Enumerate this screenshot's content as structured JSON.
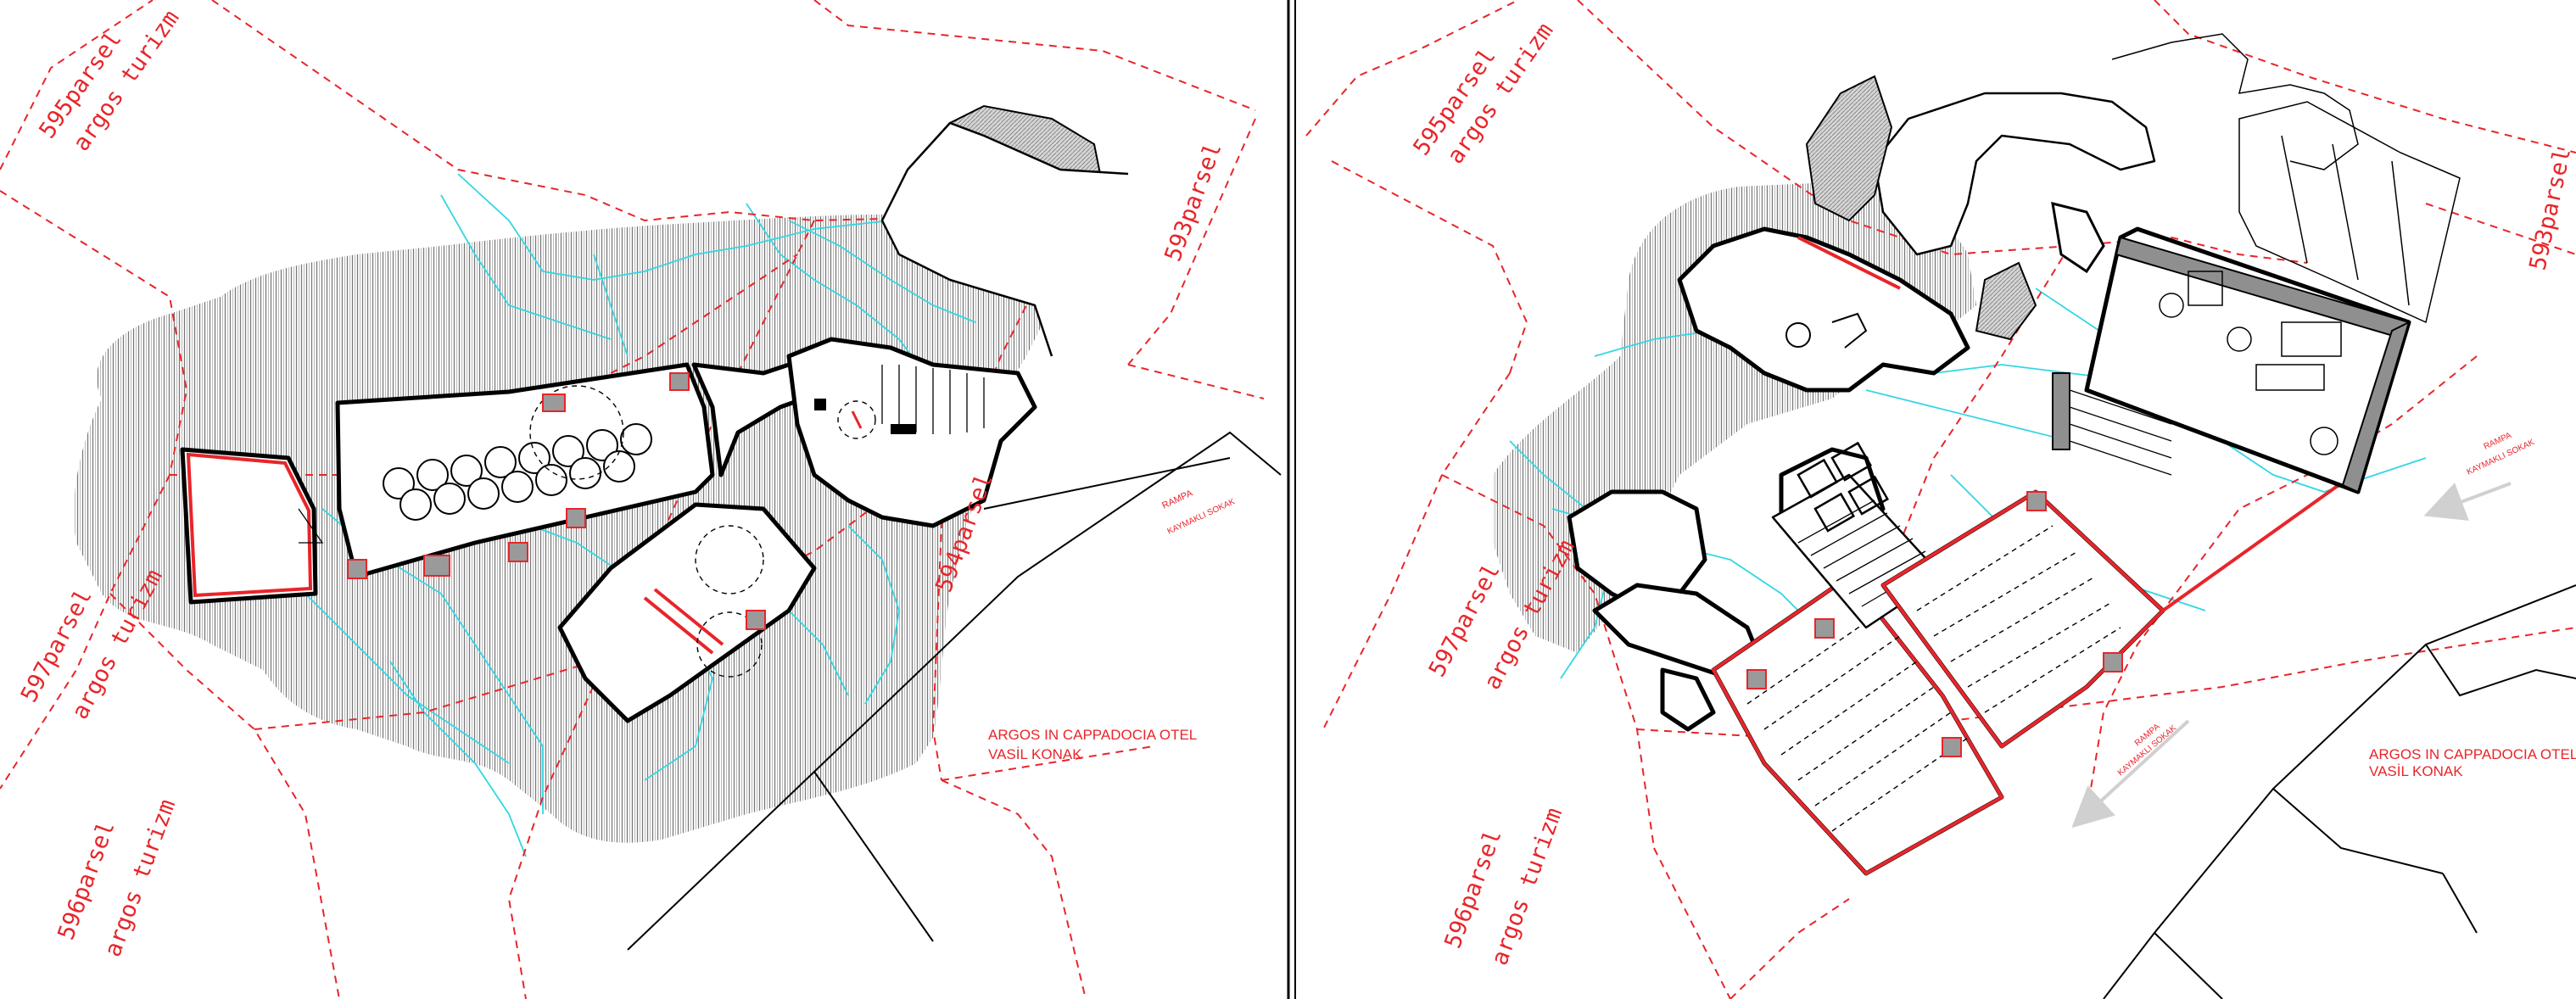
{
  "colors": {
    "parcel_line": "#e8252a",
    "cyan_contour": "#32d7e4",
    "wall": "#000000",
    "hatch": "#7a7a7a"
  },
  "left_plan": {
    "parcel_595": "595parsel",
    "owner_595": "argos turizm",
    "parcel_593": "593parsel",
    "parcel_594": "594parsel",
    "parcel_597": "597parsel",
    "owner_597": "argos turizm",
    "parcel_596": "596parsel",
    "owner_596": "argos turizm",
    "ramp_label": "RAMPA",
    "ramp_street": "KAYMAKLI SOKAK",
    "hotel_line1": "ARGOS IN CAPPADOCIA OTEL",
    "hotel_line2": "VASİL KONAK"
  },
  "right_plan": {
    "parcel_595": "595parsel",
    "owner_595": "argos turizm",
    "parcel_593": "593parsel",
    "parcel_597": "597parsel",
    "owner_597": "argos turizm",
    "parcel_596": "596parsel",
    "owner_596": "argos turizm",
    "ramp_label_top": "RAMPA",
    "ramp_street_top": "KAYMAKLI SOKAK",
    "ramp_label_bottom": "RAMPA",
    "ramp_street_bottom": "KAYMAKLI SOKAK",
    "hotel_line1": "ARGOS IN CAPPADOCIA OTEL",
    "hotel_line2": "VASİL KONAK"
  }
}
